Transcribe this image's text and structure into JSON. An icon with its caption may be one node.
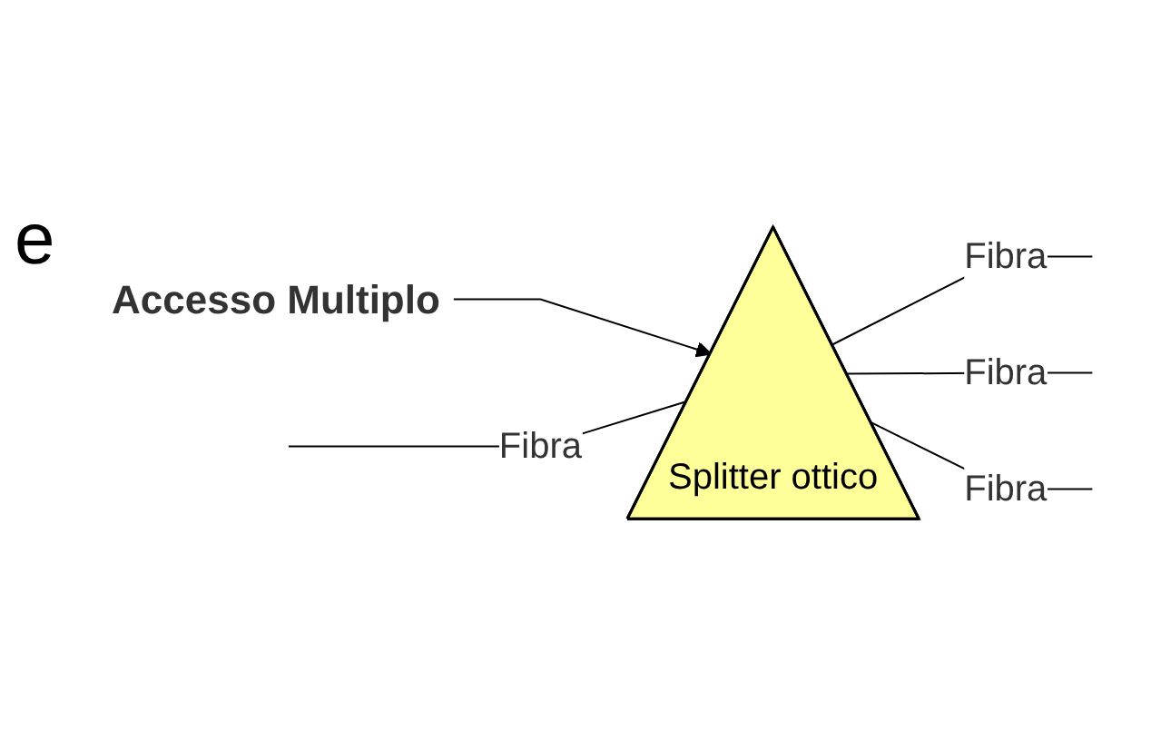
{
  "diagram": {
    "nodes": [
      {
        "text": [
          "Accesso Multiplo"
        ]
      },
      {
        "text": [
          "Splitter ottico"
        ]
      }
    ],
    "edges": [
      {
        "from": 0,
        "to": 1,
        "arrow": "to"
      },
      {
        "from": null,
        "to": 1,
        "arrow": "none",
        "label": "Fibra"
      },
      {
        "from": 1,
        "to": null,
        "arrow": "none",
        "label": "Fibra"
      },
      {
        "from": 1,
        "to": null,
        "arrow": "none",
        "label": "Fibra"
      },
      {
        "from": 1,
        "to": null,
        "arrow": "none",
        "label": "Fibra"
      }
    ],
    "labels": [
      "e"
    ]
  }
}
